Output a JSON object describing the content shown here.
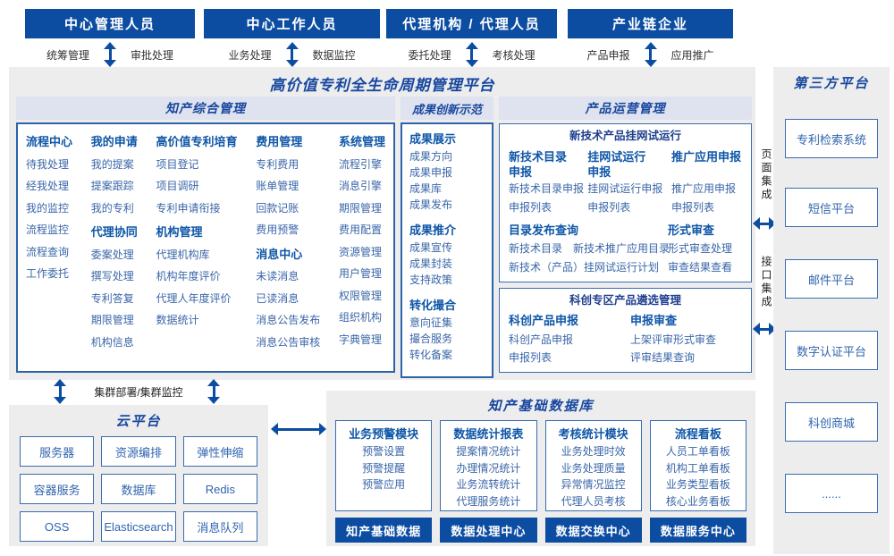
{
  "colors": {
    "primary_blue": "#0c4da2",
    "heading_blue": "#0e56a7",
    "item_blue": "#3a66a8",
    "title_navy": "#17479e",
    "band_lavender": "#dfe2ef",
    "panel_gray": "#ededee",
    "box_border": "#3a6cb0"
  },
  "actors": [
    {
      "title": "中心管理人员",
      "left": "统筹管理",
      "right": "审批处理"
    },
    {
      "title": "中心工作人员",
      "left": "业务处理",
      "right": "数据监控"
    },
    {
      "title": "代理机构 / 代理人员",
      "left": "委托处理",
      "right": "考核处理"
    },
    {
      "title": "产业链企业",
      "left": "产品申报",
      "right": "应用推广"
    }
  ],
  "platform": {
    "title": "高价值专利全生命周期管理平台"
  },
  "ip": {
    "title": "知产综合管理",
    "columns": [
      {
        "head": "流程中心",
        "items": [
          "待我处理",
          "经我处理",
          "我的监控",
          "流程监控",
          "流程查询",
          "工作委托"
        ]
      },
      {
        "head": "我的申请",
        "items": [
          "我的提案",
          "提案跟踪",
          "我的专利"
        ],
        "subhead": "代理协同",
        "subitems": [
          "委案处理",
          "撰写处理",
          "专利答复",
          "期限管理",
          "机构信息"
        ]
      },
      {
        "head": "高价值专利培育",
        "items": [
          "项目登记",
          "项目调研",
          "专利申请衔接"
        ],
        "subhead": "机构管理",
        "subitems": [
          "代理机构库",
          "机构年度评价",
          "代理人年度评价",
          "数据统计"
        ]
      },
      {
        "head": "费用管理",
        "items": [
          "专利费用",
          "账单管理",
          "回款记账",
          "费用预警"
        ],
        "subhead": "消息中心",
        "subitems": [
          "未读消息",
          "已读消息",
          "消息公告发布",
          "消息公告审核"
        ]
      },
      {
        "head": "系统管理",
        "items": [
          "流程引擎",
          "消息引擎",
          "期限管理",
          "费用配置",
          "资源管理",
          "用户管理",
          "权限管理",
          "组织机构",
          "字典管理"
        ]
      }
    ]
  },
  "achievement": {
    "title": "成果创新示范",
    "groups": [
      {
        "head": "成果展示",
        "items": [
          "成果方向",
          "成果申报",
          "成果库",
          "成果发布"
        ]
      },
      {
        "head": "成果推介",
        "items": [
          "成果宣传",
          "成果封装",
          "支持政策"
        ]
      },
      {
        "head": "转化撮合",
        "items": [
          "意向征集",
          "撮合服务",
          "转化备案"
        ]
      }
    ]
  },
  "product_ops": {
    "title": "产品运营管理",
    "trial": {
      "title": "新技术产品挂网试运行",
      "cols": [
        {
          "head": "新技术目录申报",
          "items": [
            "新技术目录申报",
            "申报列表"
          ]
        },
        {
          "head": "挂网试运行申报",
          "items": [
            "挂网试运行申报",
            "申报列表"
          ]
        },
        {
          "head": "推广应用申报",
          "items": [
            "推广应用申报",
            "申报列表"
          ]
        }
      ],
      "catalog": {
        "head": "目录发布查询",
        "items": [
          "新技术目录",
          "新技术推广应用目录",
          "新技术（产品）挂网试运行计划"
        ]
      },
      "review": {
        "head": "形式审查",
        "items": [
          "形式审查处理",
          "审查结果查看"
        ]
      }
    },
    "selection": {
      "title": "科创专区产品遴选管理",
      "cols": [
        {
          "head": "科创产品申报",
          "items": [
            "科创产品申报",
            "申报列表"
          ]
        },
        {
          "head": "申报审查",
          "items": [
            "上架评审形式审查",
            "评审结果查询"
          ]
        }
      ]
    }
  },
  "cluster_label": "集群部署/集群监控",
  "cloud": {
    "title": "云平台",
    "services": [
      "服务器",
      "资源编排",
      "弹性伸缩",
      "容器服务",
      "数据库",
      "Redis",
      "OSS",
      "Elasticsearch",
      "消息队列"
    ]
  },
  "database": {
    "title": "知产基础数据库",
    "modules": [
      {
        "head": "业务预警模块",
        "items": [
          "预警设置",
          "预警提醒",
          "预警应用"
        ]
      },
      {
        "head": "数据统计报表",
        "items": [
          "提案情况统计",
          "办理情况统计",
          "业务流转统计",
          "代理服务统计"
        ]
      },
      {
        "head": "考核统计模块",
        "items": [
          "业务处理时效",
          "业务处理质量",
          "异常情况监控",
          "代理人员考核"
        ]
      },
      {
        "head": "流程看板",
        "items": [
          "人员工单看板",
          "机构工单看板",
          "业务类型看板",
          "核心业务看板"
        ]
      }
    ],
    "centers": [
      "知产基础数据",
      "数据处理中心",
      "数据交换中心",
      "数据服务中心"
    ]
  },
  "third_party": {
    "title": "第三方平台",
    "systems": [
      "专利检索系统",
      "短信平台",
      "邮件平台",
      "数字认证平台",
      "科创商城",
      "......"
    ],
    "page_integration": "页面集成",
    "api_integration": "接口集成"
  }
}
